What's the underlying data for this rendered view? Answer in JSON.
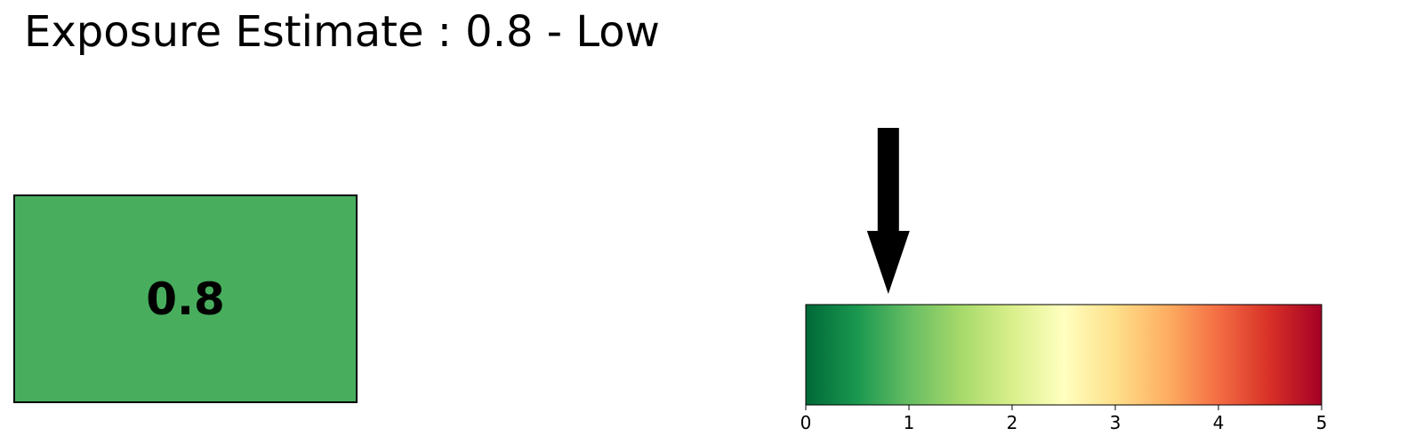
{
  "title": "Exposure Estimate : 0.8 - Low",
  "value_box": {
    "value_label": "0.8",
    "fill_color": "#48ae5d"
  },
  "chart_data": {
    "type": "colorbar-gauge",
    "value": 0.8,
    "xlim": [
      0,
      5
    ],
    "ticks": [
      0,
      1,
      2,
      3,
      4,
      5
    ],
    "tick_labels": [
      "0",
      "1",
      "2",
      "3",
      "4",
      "5"
    ],
    "colormap": "RdYlGn_r",
    "colormap_stops": [
      "#006837",
      "#1a9850",
      "#66bd63",
      "#a6d96a",
      "#d9ef8b",
      "#ffffbf",
      "#fee08b",
      "#fdae61",
      "#f46d43",
      "#d73027",
      "#a50026"
    ],
    "indicator": "arrow-down",
    "indicator_color": "#000000"
  }
}
